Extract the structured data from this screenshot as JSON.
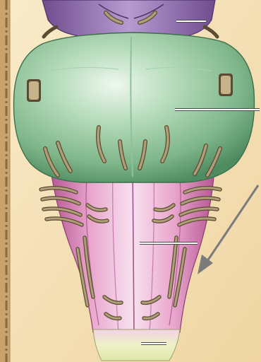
{
  "figure": {
    "subject": "brainstem-ventral-view",
    "regions": [
      "midbrain",
      "pons",
      "medulla-oblongata",
      "spinal-cord"
    ],
    "label_leader_count": 4,
    "has_pointer_arrow": true
  },
  "colors": {
    "parchment_light": "#f7e6c2",
    "parchment_dark": "#e8c995",
    "frame_brown": "#8b6a3e",
    "midbrain_purple": "#8a64a8",
    "pons_green": "#7fb68a",
    "pons_highlight": "#e2f1e2",
    "medulla_pink": "#d67fb1",
    "medulla_highlight": "#f3d2e6",
    "spinal_yellow": "#e6eec0",
    "nerve_tan": "#b09e78",
    "nerve_outline": "#5a4c33",
    "leader_white": "#ffffff",
    "arrow_gray": "#7b7b7b"
  }
}
